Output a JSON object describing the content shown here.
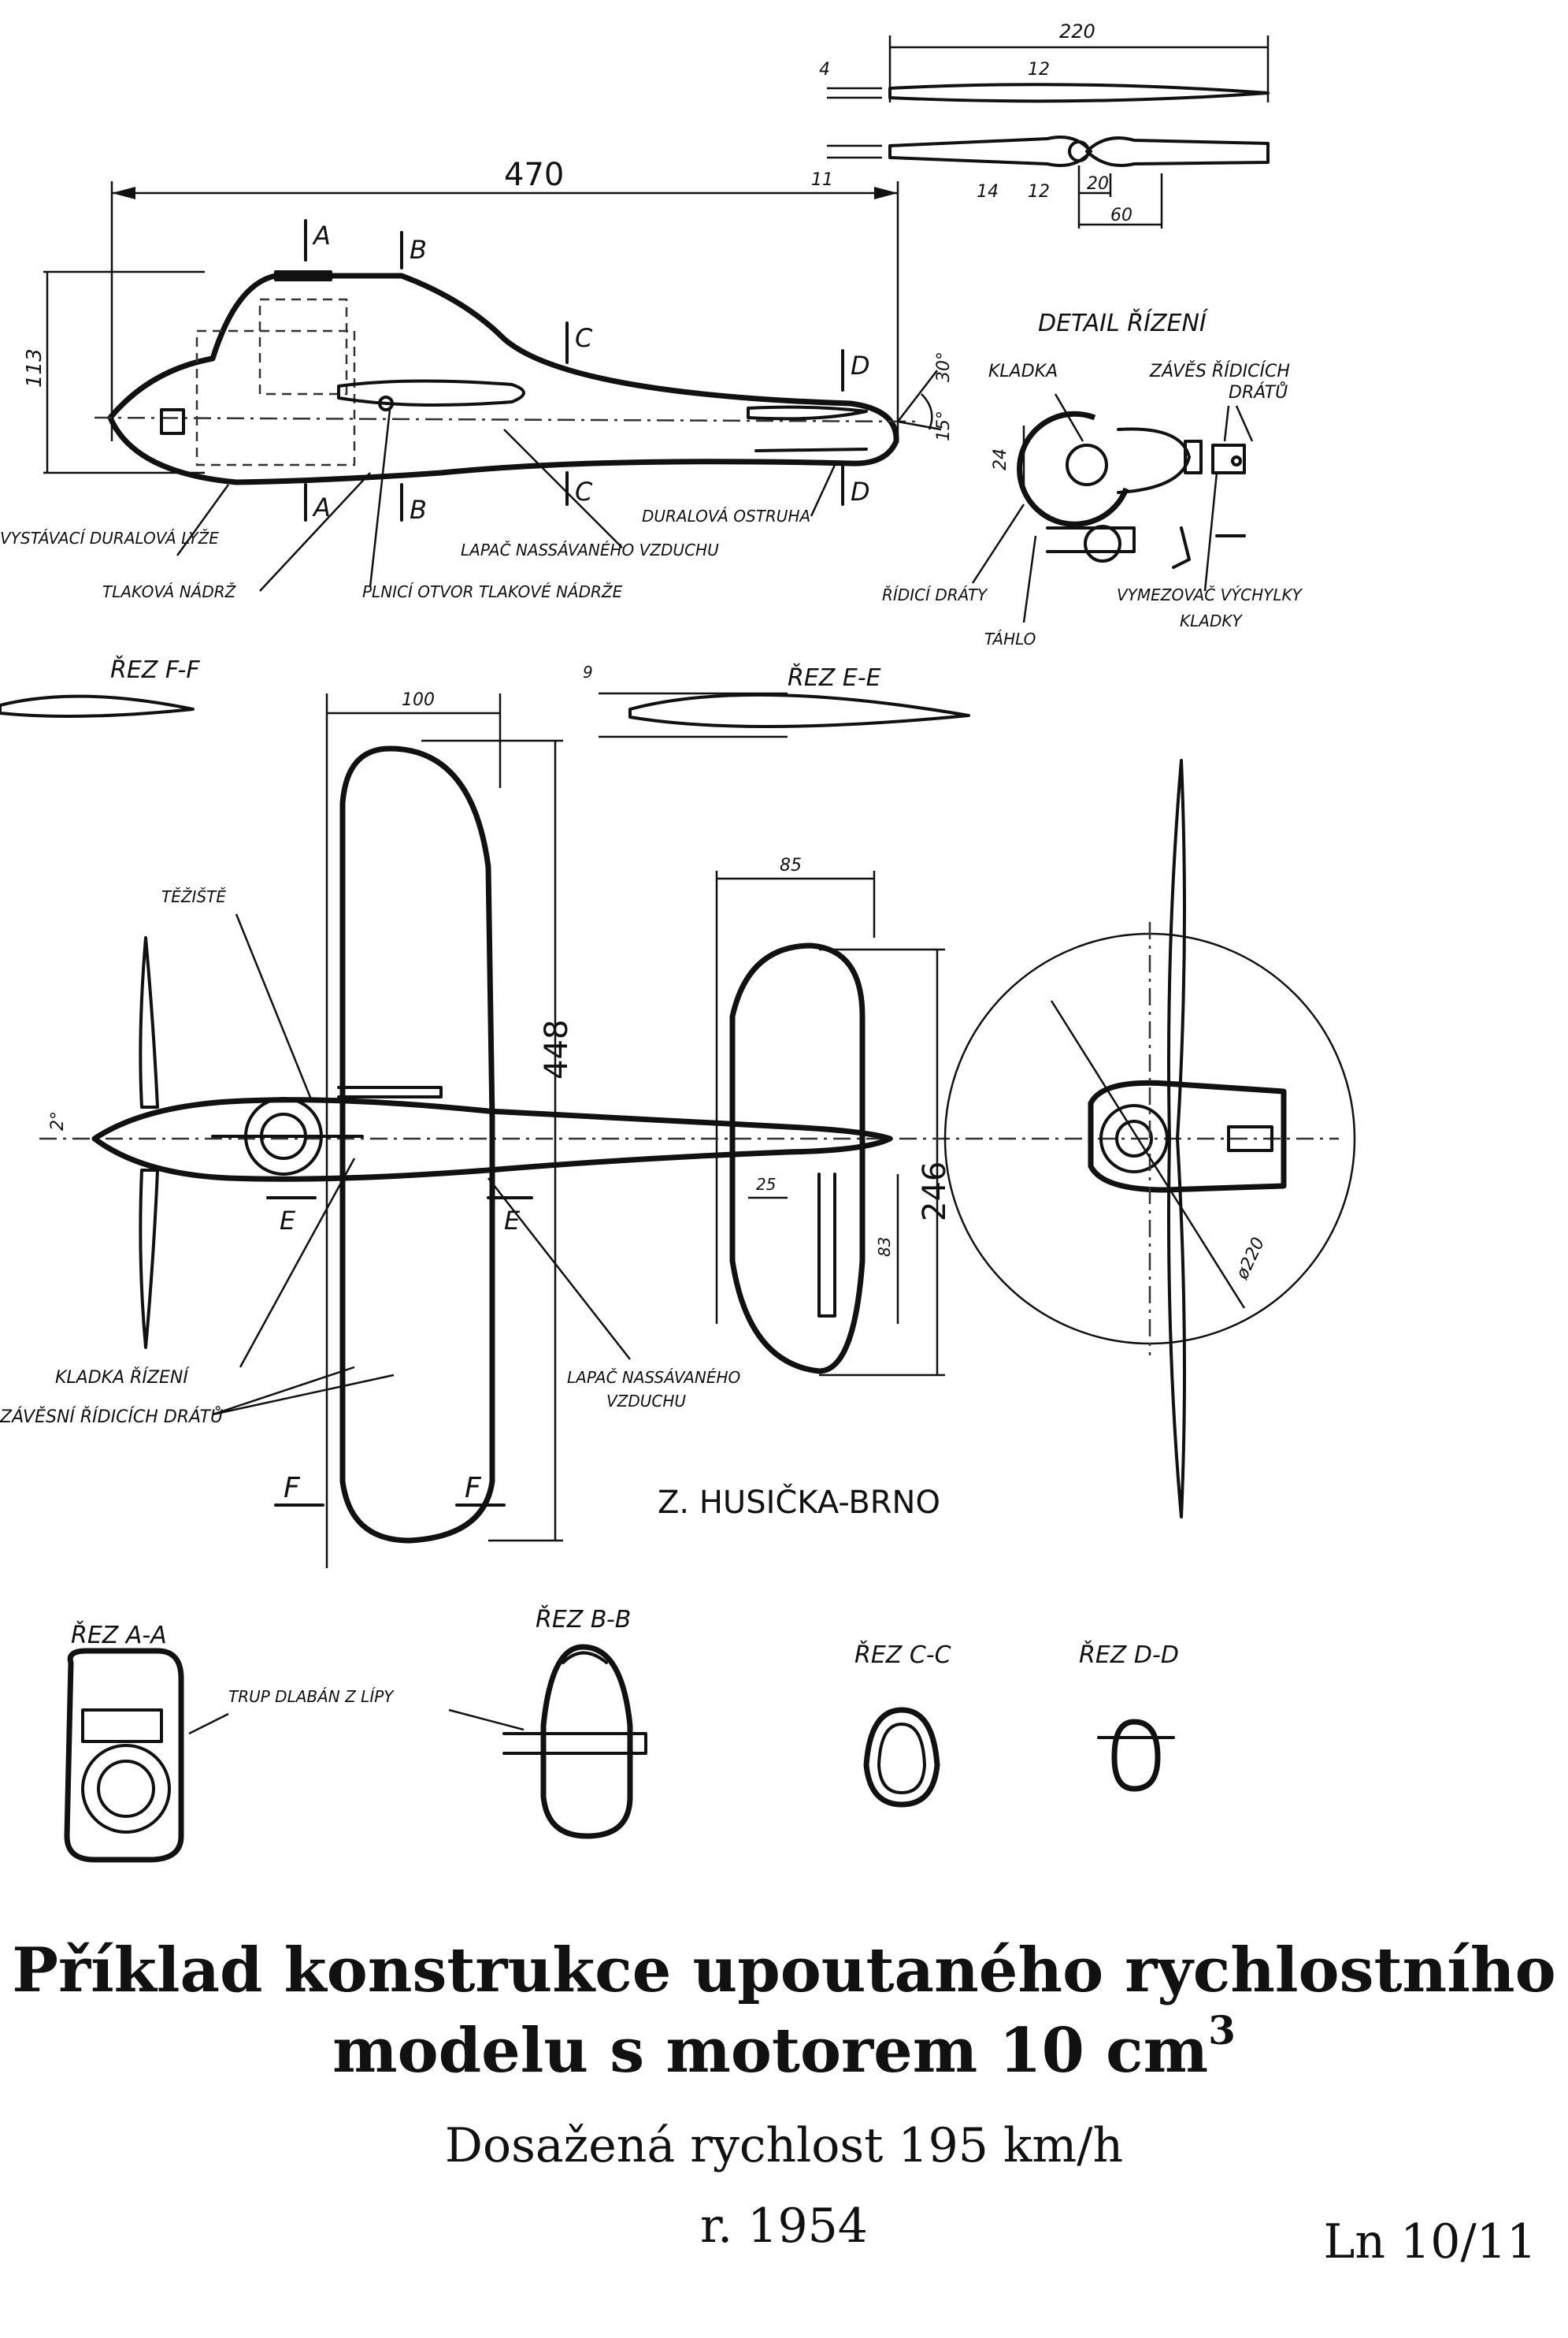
{
  "dimensions": {
    "prop_span": "220",
    "prop_t1": "4",
    "prop_t2": "12",
    "prop_t3": "11",
    "prop_t4": "14",
    "prop_t5": "12",
    "prop_h1": "20",
    "prop_h2": "60",
    "fuselage_length": "470",
    "fuselage_height": "113",
    "tail_angle_a": "30°",
    "tail_angle_b": "15°",
    "skid_dim": "24",
    "tail_span": "100",
    "airfoil_t": "9",
    "stab_chord": "85",
    "wing_span": "448",
    "stab_span": "246",
    "stab_a": "25",
    "stab_b": "83",
    "dihedral": "2°",
    "spinner_dia": "ø220"
  },
  "section_marks": {
    "a": "A",
    "b": "B",
    "c": "C",
    "d": "D",
    "e": "E",
    "f": "F"
  },
  "labels": {
    "detail_title": "DETAIL ŘÍZENÍ",
    "kladka": "KLADKA",
    "zaves_1": "ZÁVĚS ŘÍDICÍCH",
    "zaves_2": "DRÁTŮ",
    "ridici_draty": "ŘÍDICÍ DRÁTY",
    "tahlo": "TÁHLO",
    "vymezovac_1": "VYMEZOVAČ VÝCHYLKY",
    "vymezovac_2": "KLADKY",
    "lyze": "VYSTÁVACÍ DURALOVÁ LYŽE",
    "nadrz": "TLAKOVÁ NÁDRŽ",
    "plnici_otvor": "PLNICÍ OTVOR TLAKOVÉ NÁDRŽE",
    "lapac_top": "LAPAČ NASSÁVANÉHO VZDUCHU",
    "ostruha": "DURALOVÁ OSTRUHA",
    "rez_ff": "ŘEZ F-F",
    "rez_ee": "ŘEZ E-E",
    "teziste": "TĚŽIŠTĚ",
    "kladka_rizeni": "KLADKA ŘÍZENÍ",
    "zaves_wire": "ZÁVĚSNÍ ŘÍDICÍCH DRÁTŮ",
    "lapac_1": "LAPAČ NASSÁVANÉHO",
    "lapac_2": "VZDUCHU",
    "author": "Z. HUSIČKA-BRNO",
    "rez_aa": "ŘEZ A-A",
    "rez_bb": "ŘEZ B-B",
    "rez_cc": "ŘEZ C-C",
    "rez_dd": "ŘEZ D-D",
    "trup": "TRUP DLABÁN Z LÍPY"
  },
  "caption": {
    "title_line1": "Příklad konstrukce upoutaného rychlostního",
    "title_line2": "modelu s motorem 10 cm",
    "title_sup": "3",
    "subtitle": "Dosažená rychlost 195 km/h",
    "year": "r. 1954",
    "page_ref": "Ln 10/11"
  }
}
